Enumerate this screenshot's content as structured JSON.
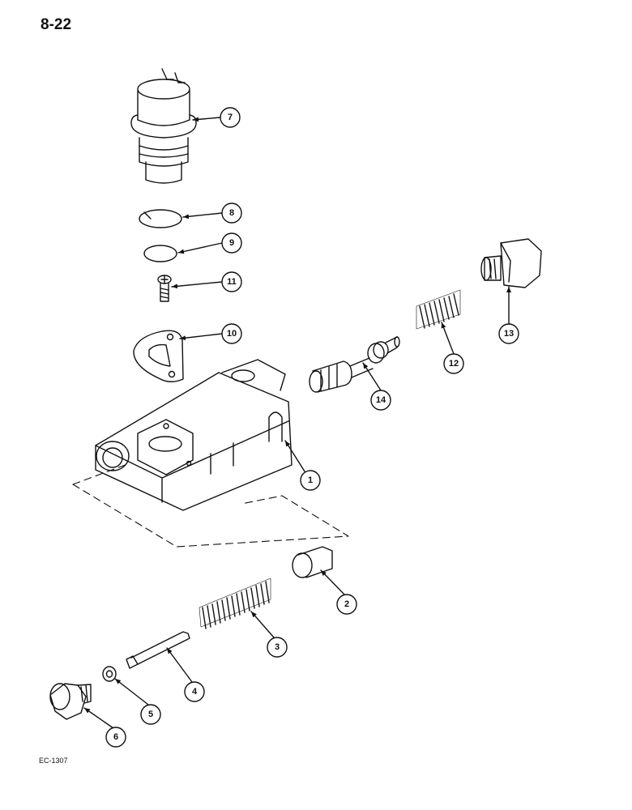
{
  "page_number": "8-22",
  "figure_code": "EC-1307",
  "callouts": [
    {
      "id": "1",
      "part": "valve-body"
    },
    {
      "id": "2",
      "part": "piston"
    },
    {
      "id": "3",
      "part": "spring"
    },
    {
      "id": "4",
      "part": "pin"
    },
    {
      "id": "5",
      "part": "washer"
    },
    {
      "id": "6",
      "part": "plug"
    },
    {
      "id": "7",
      "part": "solenoid"
    },
    {
      "id": "8",
      "part": "snap-ring"
    },
    {
      "id": "9",
      "part": "o-ring"
    },
    {
      "id": "10",
      "part": "retaining-clip"
    },
    {
      "id": "11",
      "part": "screw"
    },
    {
      "id": "12",
      "part": "spring"
    },
    {
      "id": "13",
      "part": "plug"
    },
    {
      "id": "14",
      "part": "spool"
    }
  ]
}
